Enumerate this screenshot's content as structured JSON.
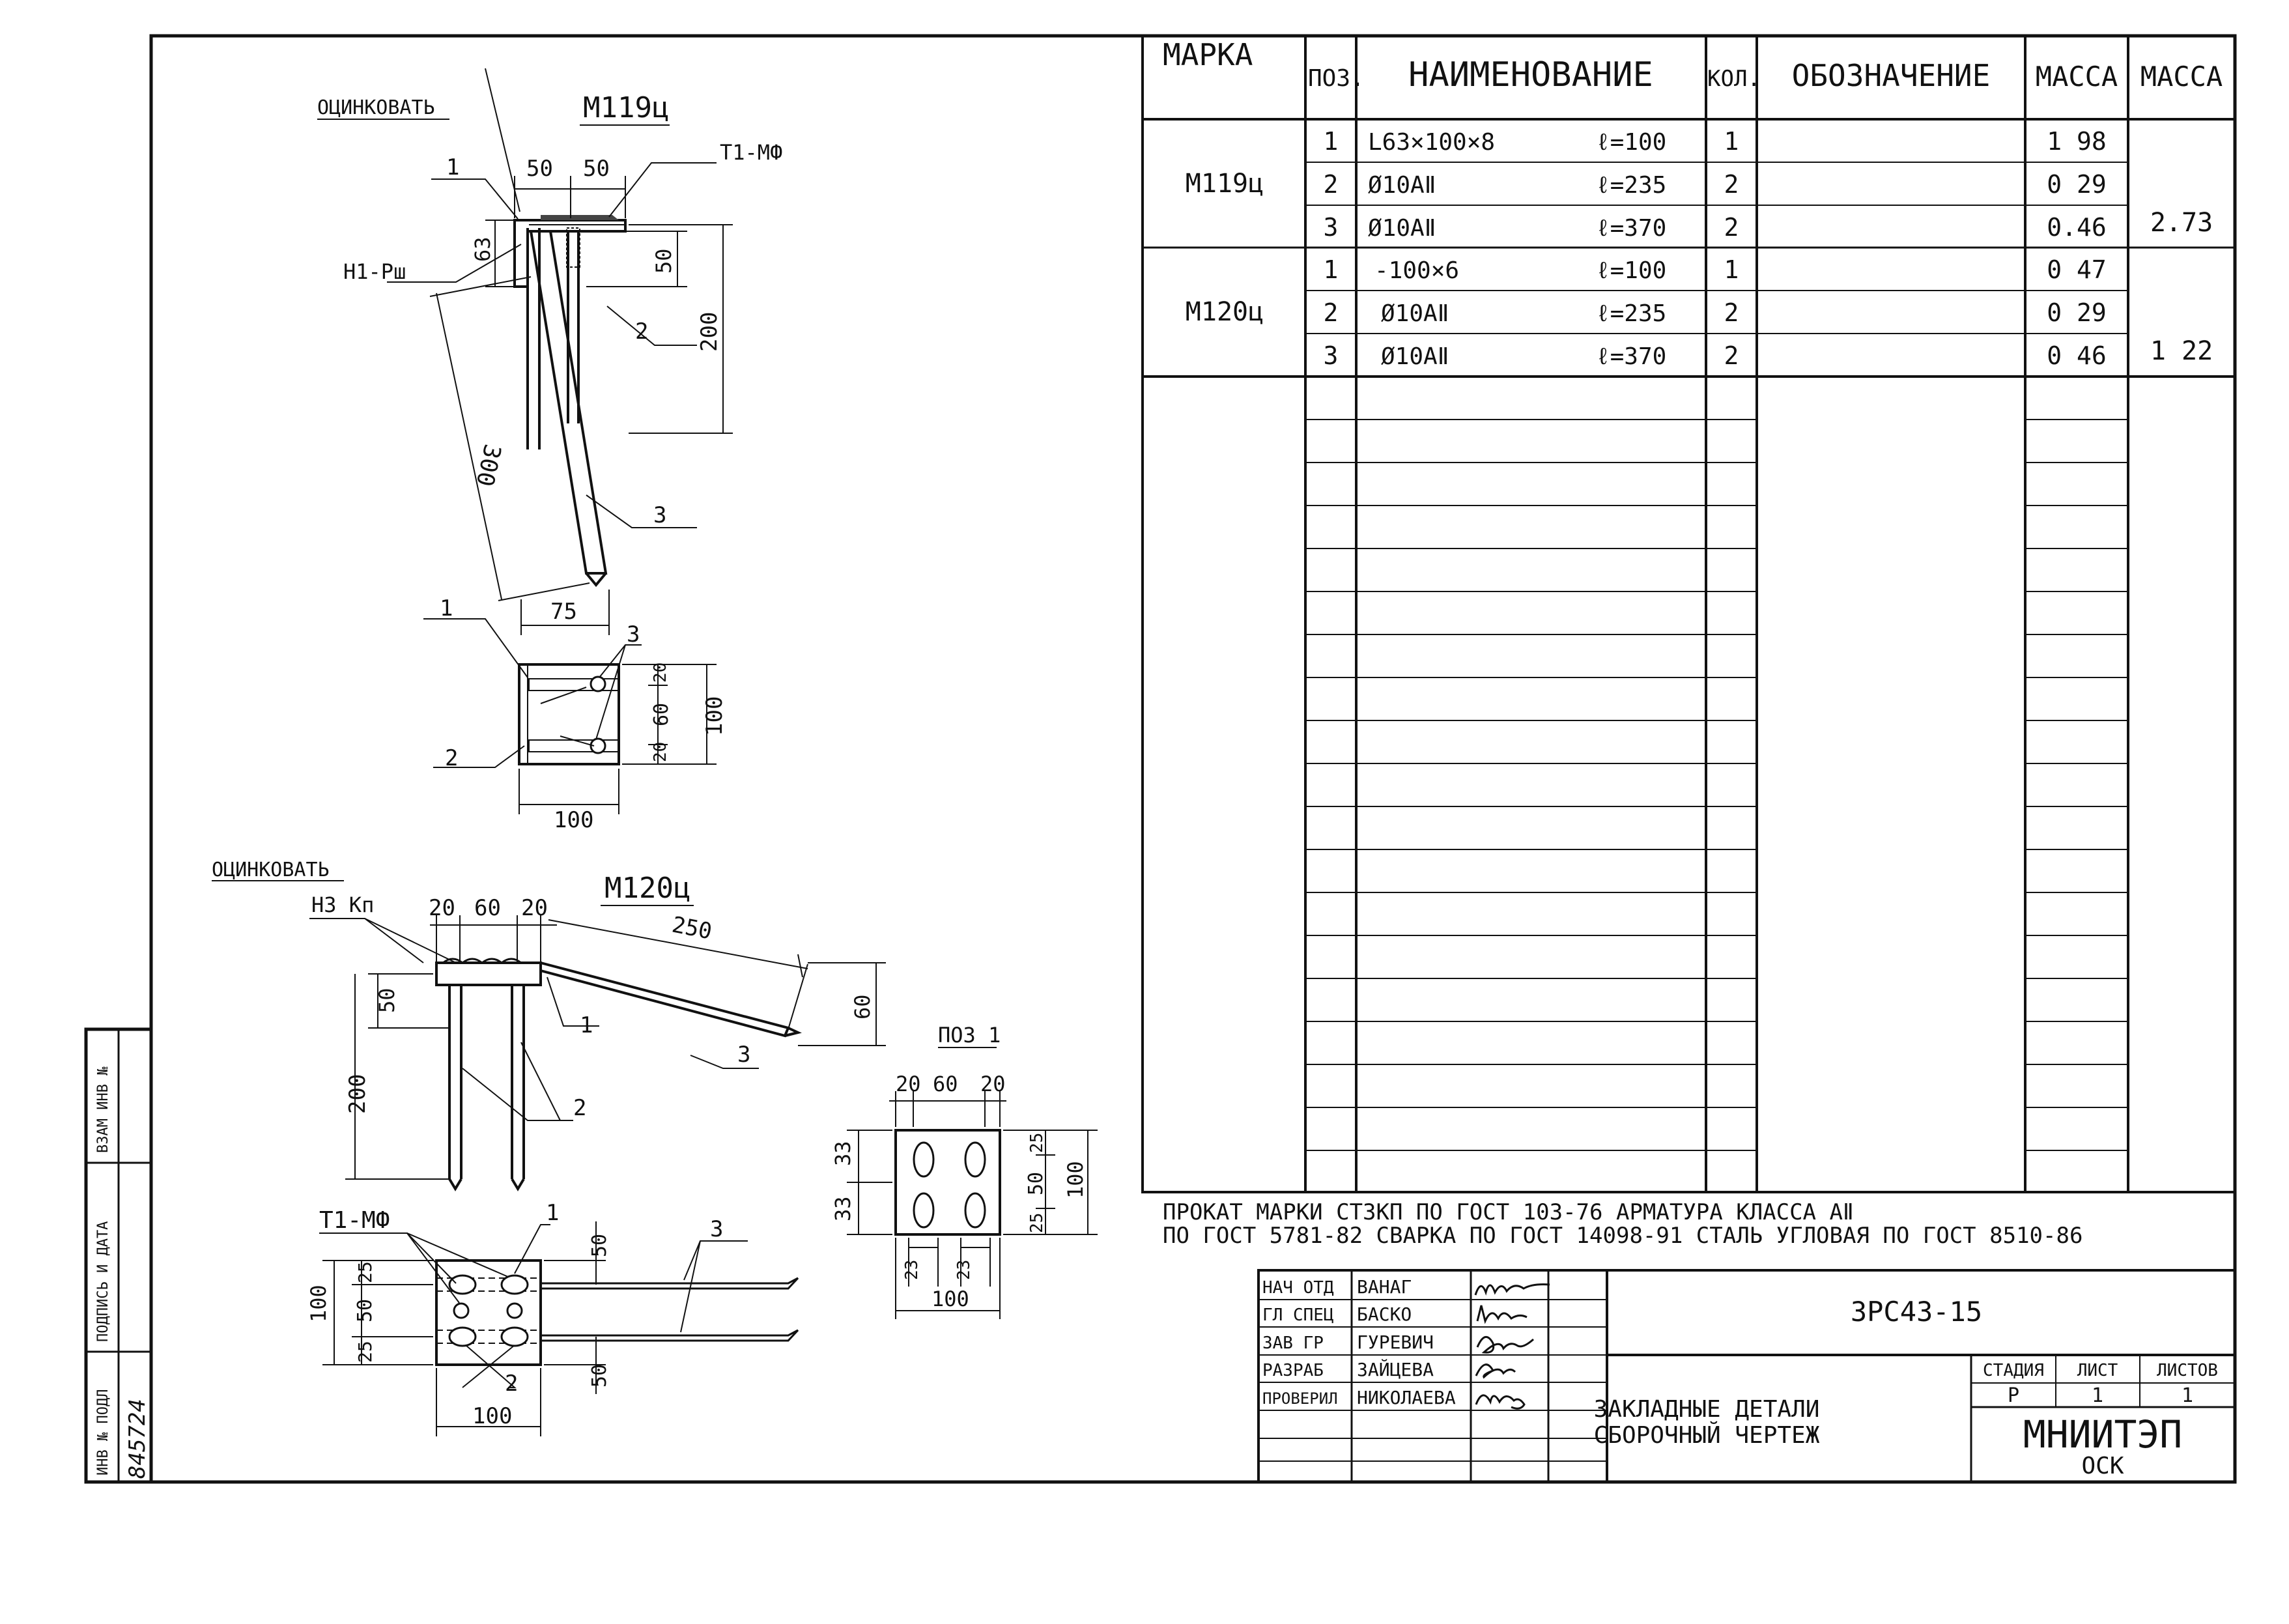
{
  "spec": {
    "headers": {
      "marka": "МАРКА",
      "poz": "ПОЗ.",
      "name": "НАИМЕНОВАНИЕ",
      "kol": "КОЛ.",
      "designation": "ОБОЗНАЧЕНИЕ",
      "mass1": "МАССА",
      "mass2": "МАССА"
    },
    "groups": [
      {
        "marka": "М119ц",
        "total": "2.73",
        "rows": [
          {
            "poz": "1",
            "name": "L63×100×8",
            "len": "ℓ=100",
            "kol": "1",
            "designation": "",
            "mass": "1 98"
          },
          {
            "poz": "2",
            "name": "Ø10АⅡ",
            "len": "ℓ=235",
            "kol": "2",
            "designation": "",
            "mass": "0 29"
          },
          {
            "poz": "3",
            "name": "Ø10АⅡ",
            "len": "ℓ=370",
            "kol": "2",
            "designation": "",
            "mass": "0.46"
          }
        ]
      },
      {
        "marka": "М120ц",
        "total": "1 22",
        "rows": [
          {
            "poz": "1",
            "name": "-100×6",
            "len": "ℓ=100",
            "kol": "1",
            "designation": "",
            "mass": "0 47"
          },
          {
            "poz": "2",
            "name": "Ø10АⅡ",
            "len": "ℓ=235",
            "kol": "2",
            "designation": "",
            "mass": "0 29"
          },
          {
            "poz": "3",
            "name": "Ø10АⅡ",
            "len": "ℓ=370",
            "kol": "2",
            "designation": "",
            "mass": "0 46"
          }
        ]
      }
    ]
  },
  "notes": {
    "line1": "ПРОКАТ МАРКИ СТ3КП ПО ГОСТ 103-76  АРМАТУРА КЛАССА АⅡ",
    "line2": "ПО  ГОСТ 5781-82   СВАРКА ПО ГОСТ 14098-91 СТАЛЬ УГЛОВАЯ ПО ГОСТ 8510-86"
  },
  "drawing1": {
    "note": "ОЦИНКОВАТЬ",
    "mark": "М119ц",
    "weld_left": "Н1-Рш",
    "weld_right": "Т1-МФ",
    "dims": {
      "d50a": "50",
      "d50b": "50",
      "d63": "63",
      "d50v": "50",
      "d200": "200",
      "d300": "300",
      "d75": "75",
      "d20a": "20",
      "d60": "60",
      "d20b": "20",
      "d100v": "100",
      "d100h": "100"
    },
    "pos": {
      "p1": "1",
      "p2": "2",
      "p3": "3",
      "p1b": "1",
      "p2b": "2",
      "p3b": "3"
    }
  },
  "drawing2": {
    "note": "ОЦИНКОВАТЬ",
    "mark": "М120ц",
    "weld_left": "Н3 Кп",
    "weld_bottom": "Т1-МФ",
    "dims": {
      "d20a": "20",
      "d60": "60",
      "d20b": "20",
      "d250": "250",
      "d50": "50",
      "d60r": "60",
      "d200": "200",
      "d100": "100",
      "d25a": "25",
      "d50m": "50",
      "d25b": "25",
      "d50t": "50",
      "d50b": "50",
      "d100h": "100"
    },
    "pos": {
      "p1": "1",
      "p2": "2",
      "p3": "3",
      "p1b": "1",
      "p2b": "2",
      "p3b": "3"
    }
  },
  "drawing3": {
    "title": "ПОЗ 1",
    "dims": {
      "d20a": "20",
      "d60": "60",
      "d20b": "20",
      "d33a": "33",
      "d33b": "33",
      "d25a": "25",
      "d50": "50",
      "d25b": "25",
      "d100v": "100",
      "d23a": "23",
      "d23b": "23",
      "d100h": "100"
    }
  },
  "stamp": {
    "code": "3РС43-15",
    "title_line1": "ЗАКЛАДНЫЕ ДЕТАЛИ",
    "title_line2": "СБОРОЧНЫЙ ЧЕРТЕЖ",
    "stage_label": "СТАДИЯ",
    "sheet_label": "ЛИСТ",
    "sheets_label": "ЛИСТОВ",
    "stage": "Р",
    "sheet": "1",
    "sheets": "1",
    "org": "МНИИТЭП",
    "dept": "ОСК",
    "people": [
      {
        "role": "НАЧ ОТД",
        "name": "ВАНАГ"
      },
      {
        "role": "ГЛ СПЕЦ",
        "name": "БАСКО"
      },
      {
        "role": "ЗАВ ГР",
        "name": "ГУРЕВИЧ"
      },
      {
        "role": "РАЗРАБ",
        "name": "ЗАЙЦЕВА"
      },
      {
        "role": "ПРОВЕРИЛ",
        "name": "НИКОЛАЕВА"
      }
    ]
  },
  "side_stamp": {
    "inv_podl": "ИНВ № ПОДЛ",
    "sign_date": "ПОДПИСЬ И ДАТА",
    "vzam_inv": "ВЗАМ ИНВ №",
    "inv_number": "845724"
  }
}
